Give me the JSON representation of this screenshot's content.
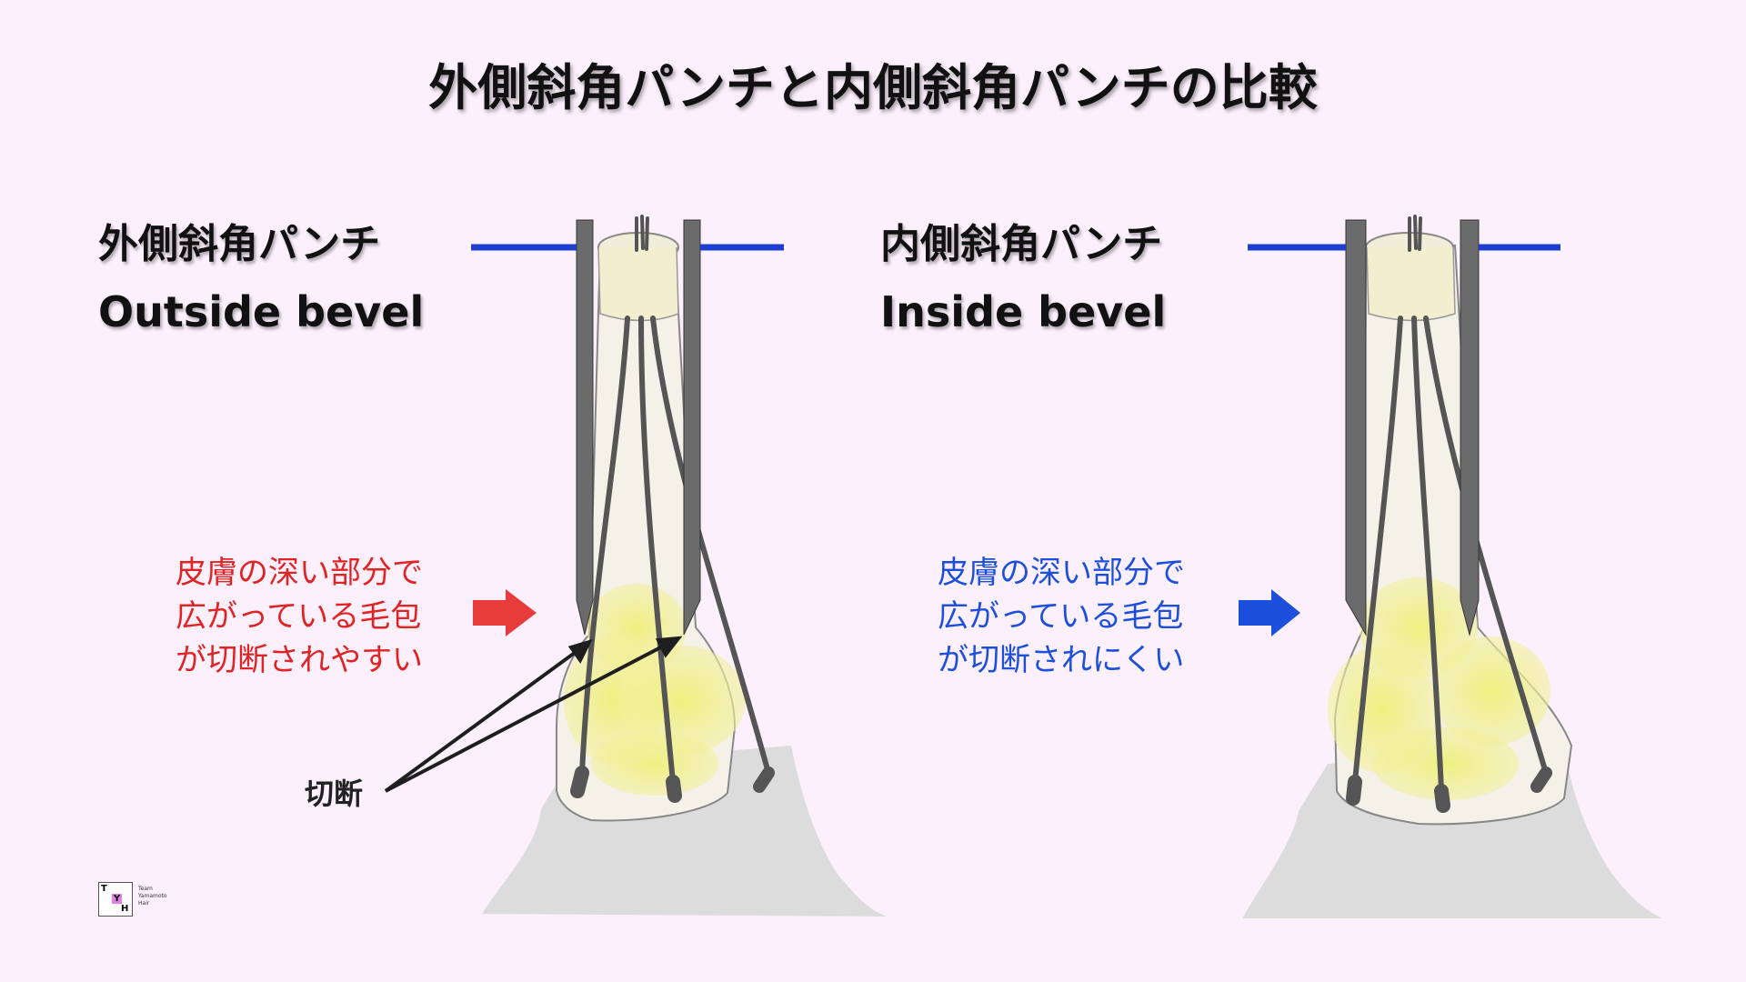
{
  "title": "外側斜角パンチと内側斜角パンチの比較",
  "left": {
    "label_jp": "外側斜角パンチ",
    "label_en": "Outside bevel",
    "note_lines": [
      "皮膚の深い部分で",
      "広がっている毛包",
      "が切断されやすい"
    ],
    "note_color": "#e02424",
    "arrow_color": "#e83c3c",
    "cut_label": "切断"
  },
  "right": {
    "label_jp": "内側斜角パンチ",
    "label_en": "Inside bevel",
    "note_lines": [
      "皮膚の深い部分で",
      "広がっている毛包",
      "が切断されにくい"
    ],
    "note_color": "#1c4fdc",
    "arrow_color": "#1c4fdc"
  },
  "logo": {
    "letters": [
      "T",
      "Y",
      "H"
    ],
    "text_lines": [
      "Team",
      "Yamamoto",
      "Hair"
    ]
  }
}
